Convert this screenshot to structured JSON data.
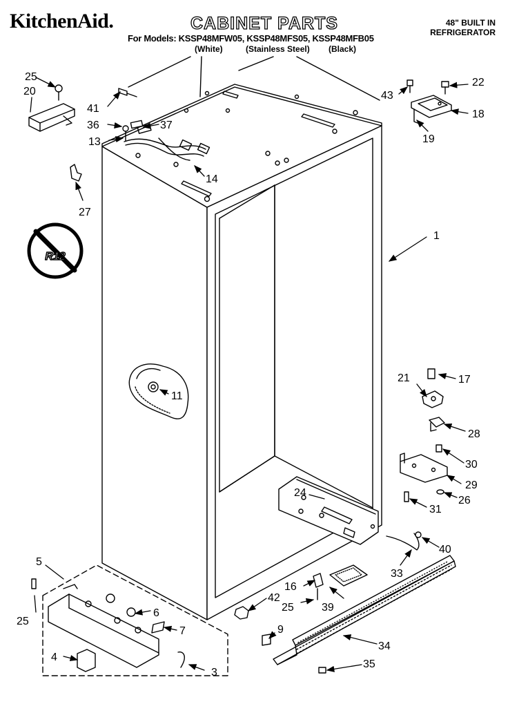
{
  "header": {
    "brand": "KitchenAid.",
    "title": "CABINET PARTS",
    "models": "For Models: KSSP48MFW05, KSSP48MFS05, KSSP48MFB05",
    "variants": [
      "(White)",
      "(Stainless Steel)",
      "(Black)"
    ],
    "unit_line1": "48\" BUILT IN",
    "unit_line2": "REFRIGERATOR"
  },
  "badge": {
    "text": "R12"
  },
  "parts": {
    "p1": "1",
    "p3": "3",
    "p4": "4",
    "p5": "5",
    "p6": "6",
    "p7": "7",
    "p9": "9",
    "p11": "11",
    "p13": "13",
    "p14": "14",
    "p16": "16",
    "p17": "17",
    "p18": "18",
    "p19": "19",
    "p20": "20",
    "p21": "21",
    "p22": "22",
    "p24": "24",
    "p25a": "25",
    "p25b": "25",
    "p25c": "25",
    "p26": "26",
    "p27": "27",
    "p28": "28",
    "p29": "29",
    "p30": "30",
    "p31": "31",
    "p33": "33",
    "p34": "34",
    "p35": "35",
    "p36": "36",
    "p37": "37",
    "p39": "39",
    "p40": "40",
    "p41": "41",
    "p42": "42",
    "p43": "43"
  }
}
